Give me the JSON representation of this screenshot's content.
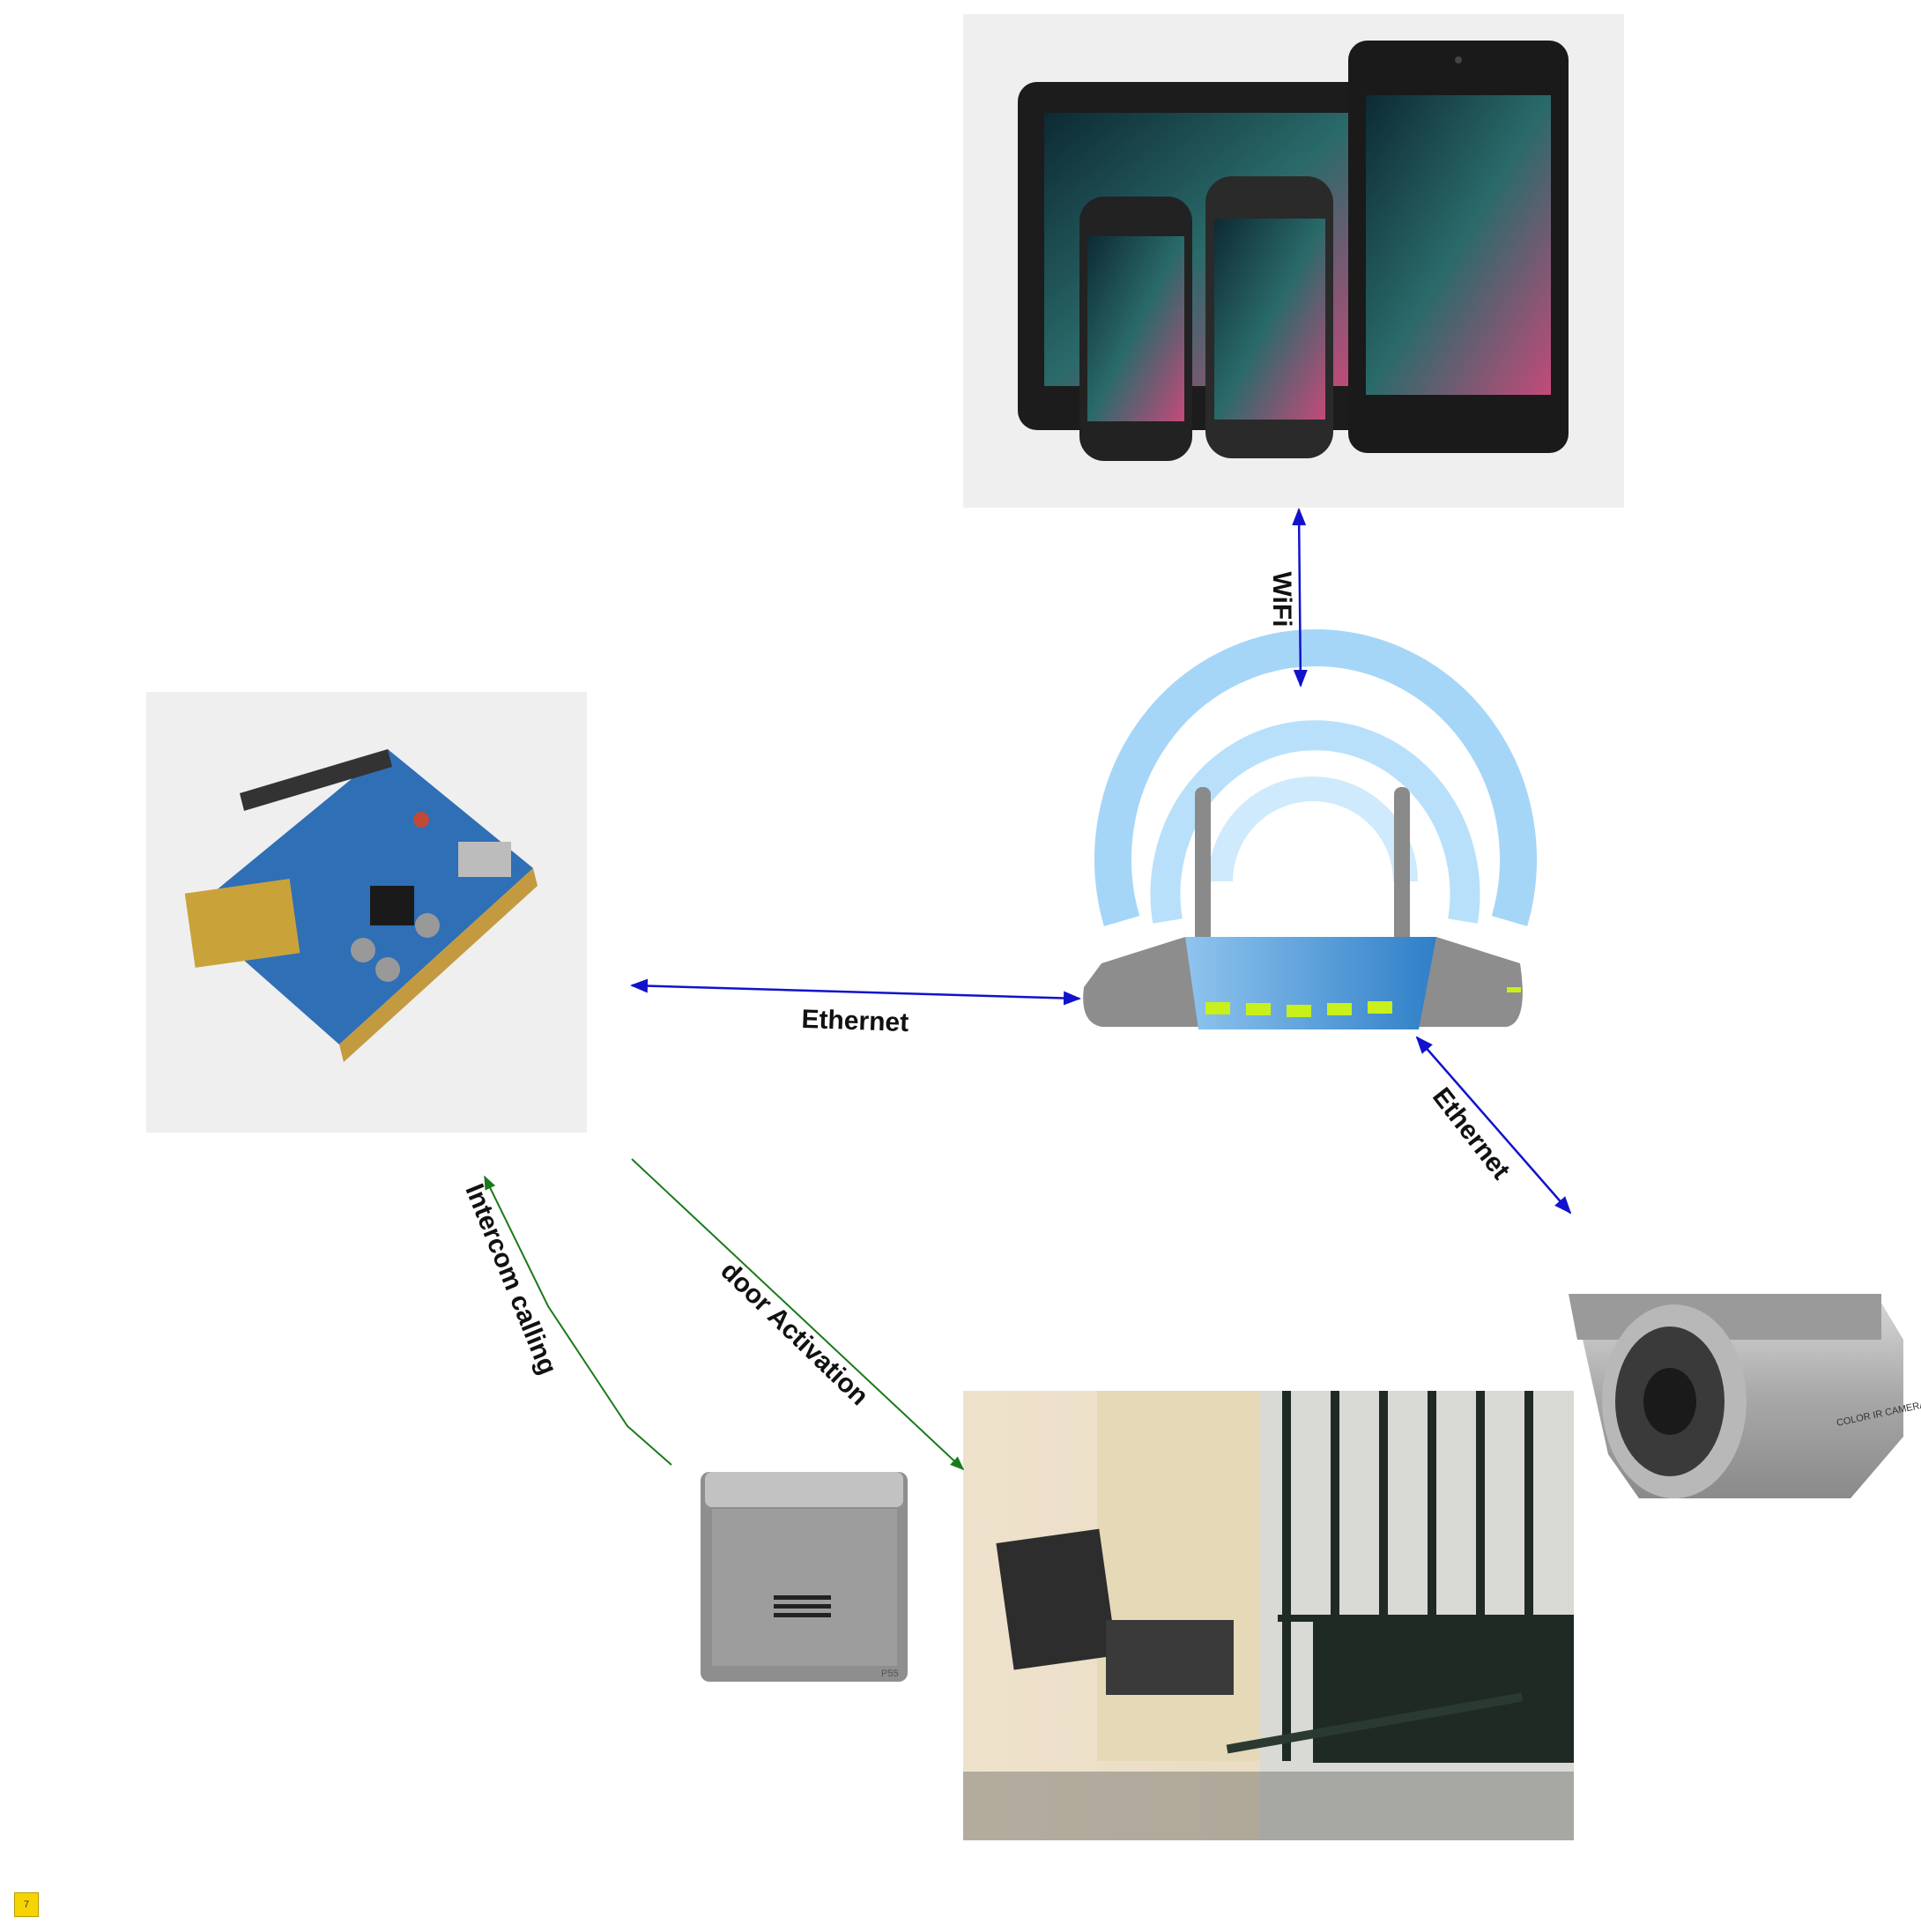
{
  "diagram": {
    "nodes": {
      "devices": {
        "name": "android-devices"
      },
      "router": {
        "name": "wifi-router"
      },
      "arduino": {
        "name": "arduino-ethernet-shield"
      },
      "camera": {
        "name": "ip-camera",
        "text": "COLOR IR CAMERA"
      },
      "intercom": {
        "name": "intercom-button",
        "text": "P55"
      },
      "gate": {
        "name": "gate-opener"
      }
    },
    "edges": {
      "wifi": {
        "label": "WiFi",
        "from": "devices",
        "to": "router",
        "color": "#1212cc"
      },
      "eth_arduino": {
        "label": "Ethernet",
        "from": "arduino",
        "to": "router",
        "color": "#1212cc"
      },
      "eth_camera": {
        "label": "Ethernet",
        "from": "router",
        "to": "camera",
        "color": "#1212cc"
      },
      "intercom": {
        "label": "Intercom calling",
        "from": "intercom",
        "to": "arduino",
        "color": "#1a7a1a"
      },
      "door": {
        "label": "door Activation",
        "from": "arduino",
        "to": "gate",
        "color": "#1a7a1a"
      }
    }
  },
  "page_badge": "7"
}
